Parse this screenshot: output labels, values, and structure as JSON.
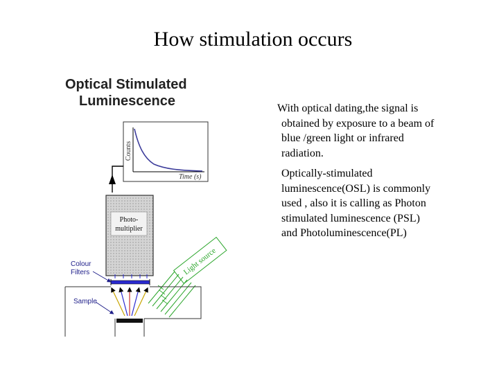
{
  "slide": {
    "title": "How stimulation occurs"
  },
  "text": {
    "paragraph1": [
      "With optical dating,the signal is",
      "obtained by exposure to a beam of",
      "blue /green light or infrared",
      "radiation."
    ],
    "paragraph2": [
      "Optically-stimulated",
      "luminescence(OSL) is commonly",
      "used , also it is  calling as Photon",
      "stimulated luminescence (PSL)",
      "and Photoluminescence(PL)"
    ]
  },
  "figure": {
    "title_line1": "Optical Stimulated",
    "title_line2": "Luminescence",
    "graph_y_label": "Counts",
    "graph_x_label": "Time (s)",
    "pmt_label_line1": "Photo-",
    "pmt_label_line2": "multiplier",
    "light_source_label": "Light source",
    "colour_filters_line1": "Colour",
    "colour_filters_line2": "Filters",
    "sample_label": "Sample",
    "colors": {
      "beam_green": "#2aa52a",
      "pmt_fill": "#c8c8c8",
      "filter_blue": "#2a2ad0",
      "decay_curve": "#3b3b9a"
    }
  }
}
